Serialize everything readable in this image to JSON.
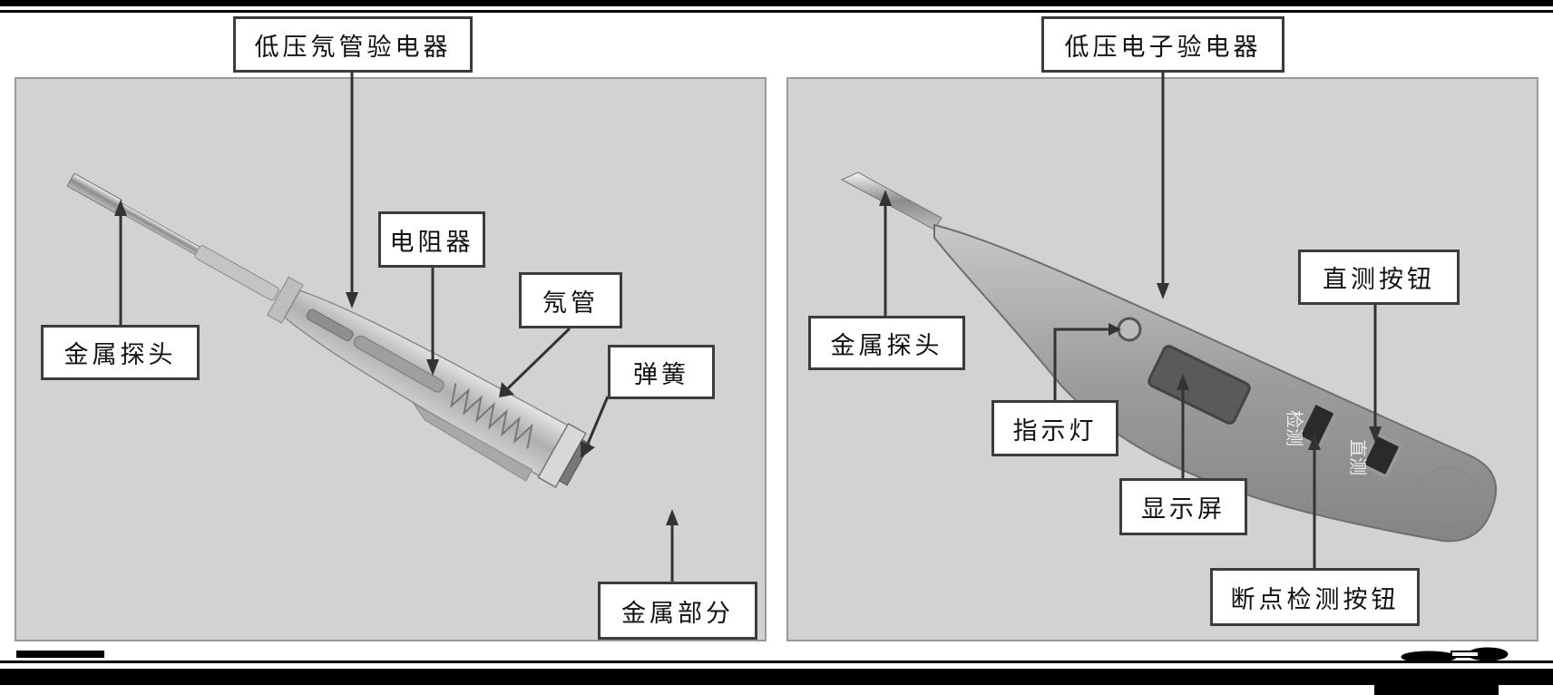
{
  "diagrams": {
    "neon_tester": {
      "title": "低压氖管验电器",
      "labels": {
        "probe": "金属探头",
        "resistor": "电阻器",
        "neon_tube": "氖管",
        "spring": "弹簧",
        "metal_part": "金属部分"
      }
    },
    "electronic_tester": {
      "title": "低压电子验电器",
      "labels": {
        "probe": "金属探头",
        "indicator": "指示灯",
        "display": "显示屏",
        "direct_button": "直测按钮",
        "breakpoint_button": "断点检测按钮"
      },
      "body_text": {
        "detect": "检测",
        "direct": "直测"
      }
    }
  },
  "colors": {
    "panel_bg": "#d2d2d2",
    "label_border": "#3c3c3c",
    "pointer": "#333333"
  }
}
